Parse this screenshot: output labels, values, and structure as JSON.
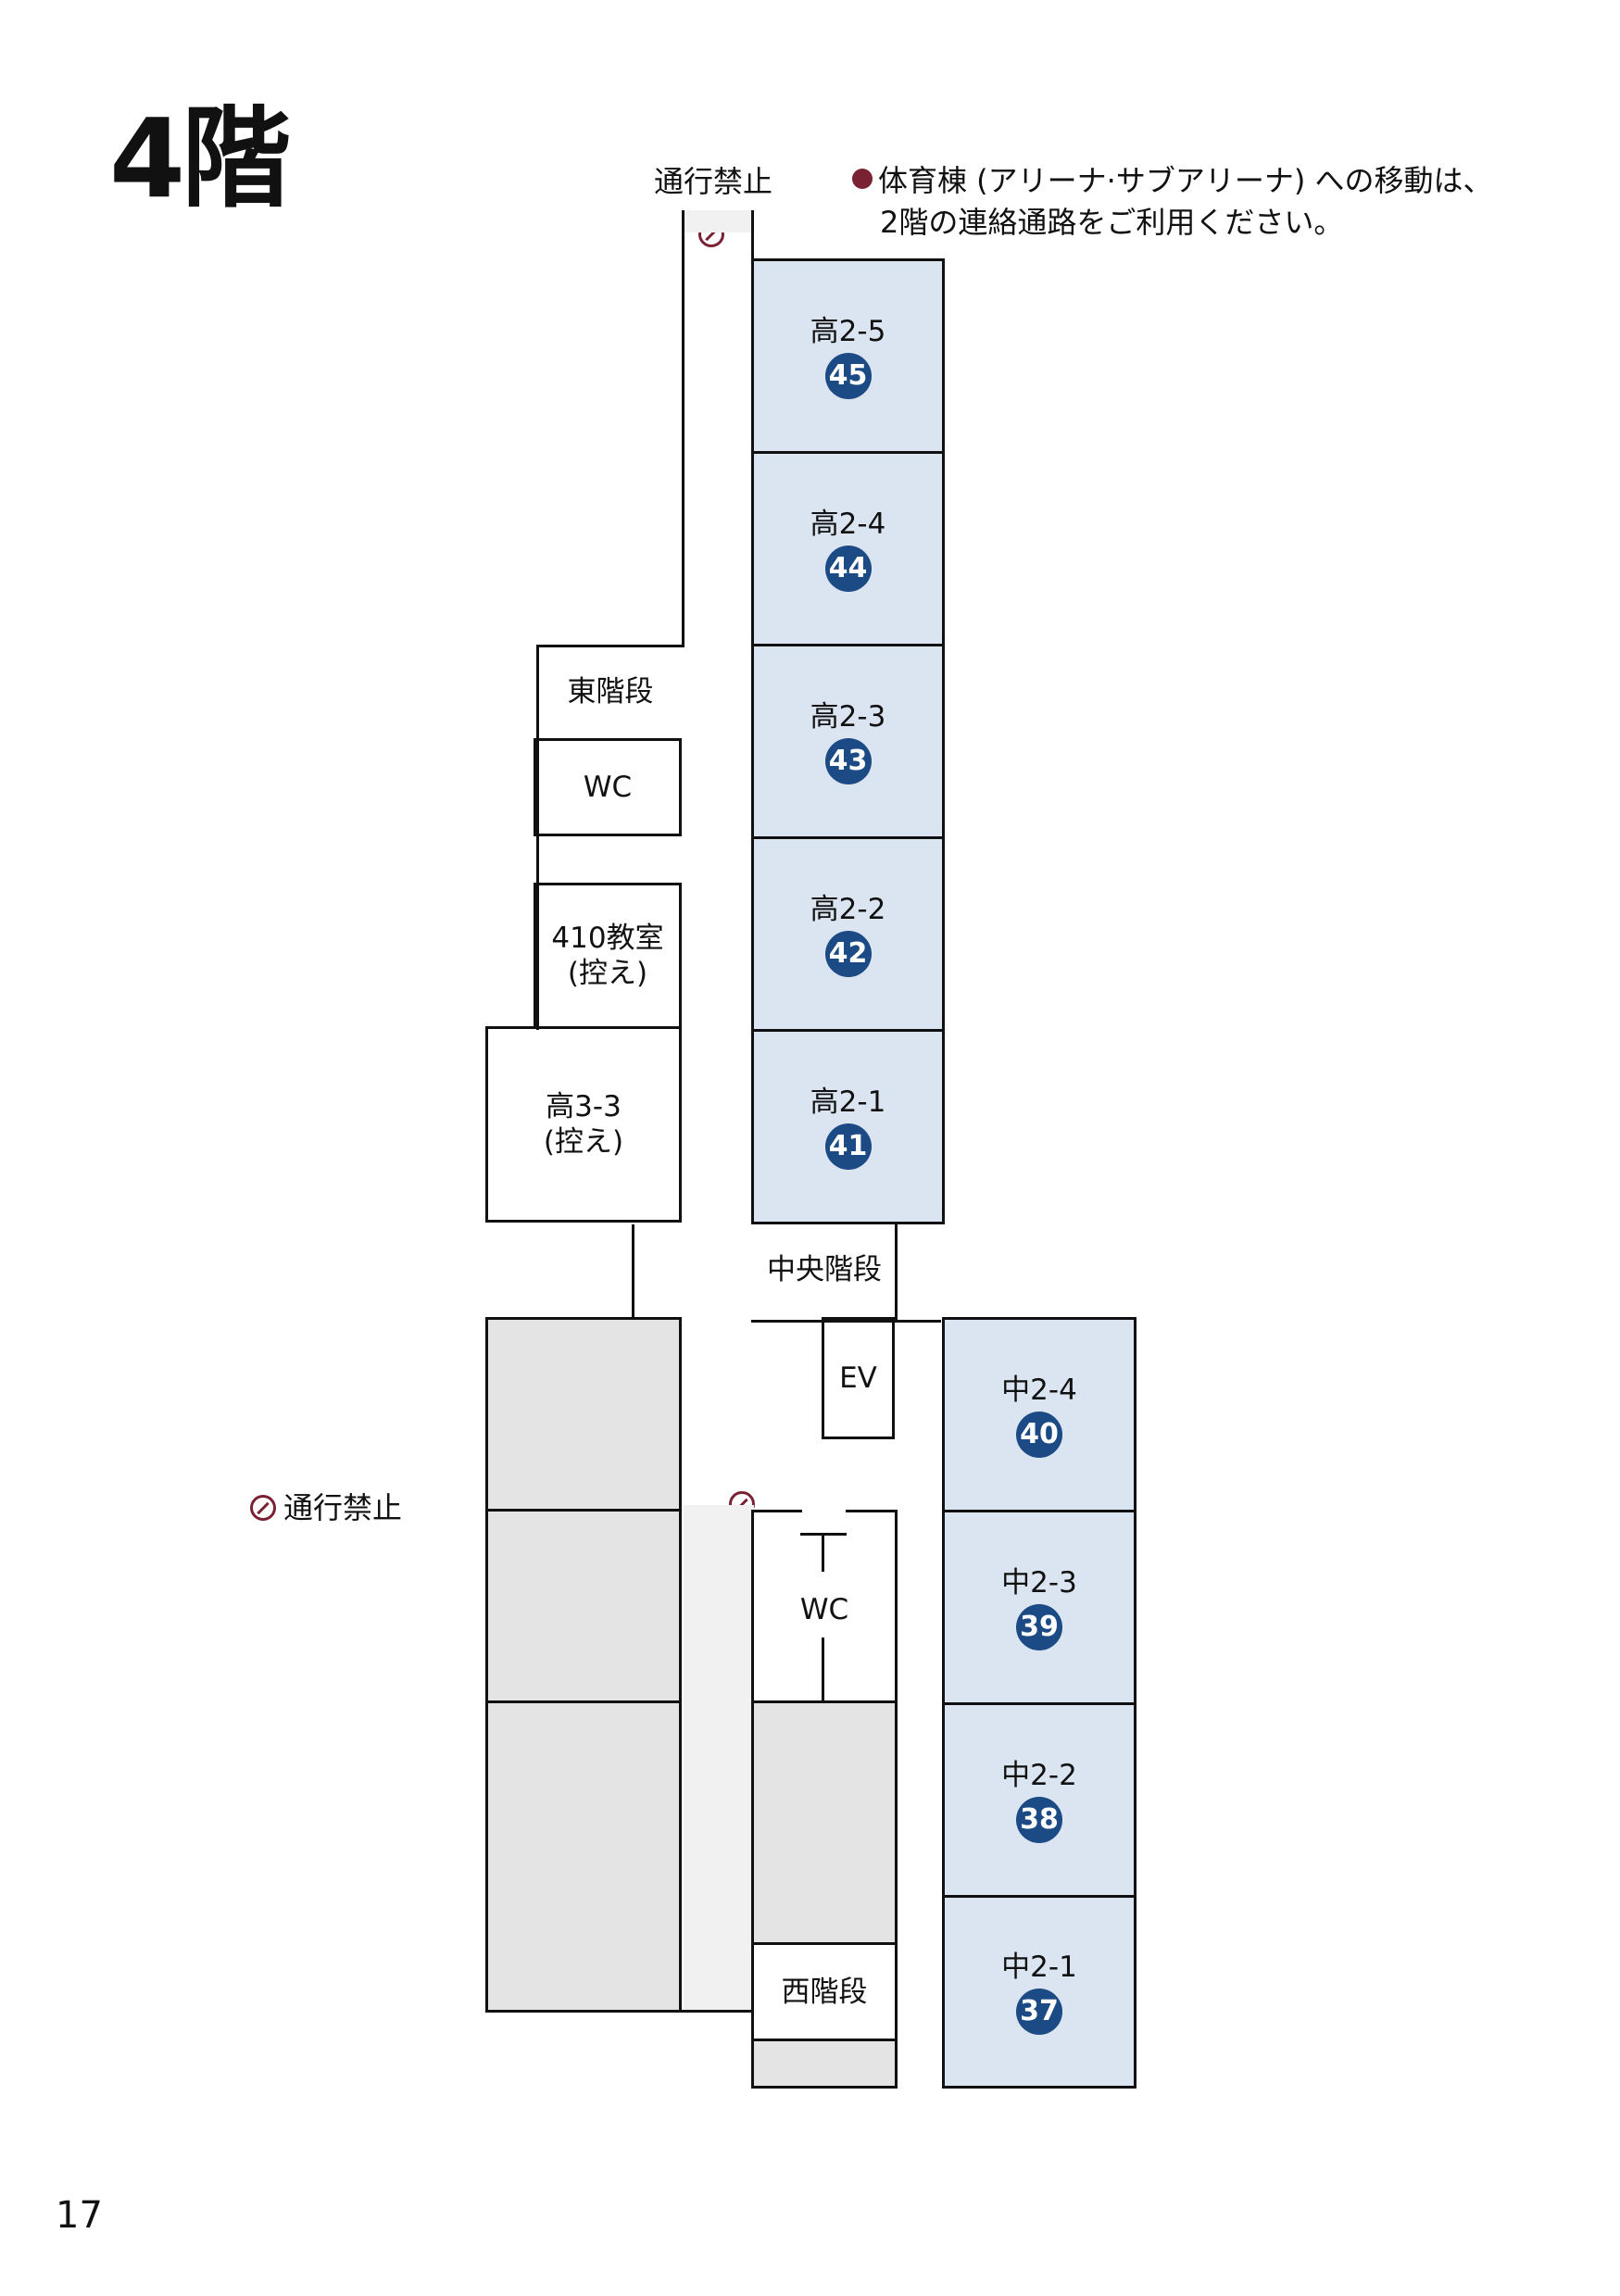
{
  "page": {
    "title": "4階",
    "page_number": "17"
  },
  "notice": {
    "line1": "体育棟 (アリーナ·サブアリーナ) への移動は、",
    "line2": "2階の連絡通路をご利用ください。",
    "bullet_color": "#7a2234"
  },
  "no_entry": {
    "top_label": "通行禁止",
    "left_label": "通行禁止",
    "icon": "no-entry-icon",
    "color": "#7a2234"
  },
  "colors": {
    "room_fill": "#dbe5f1",
    "unused_fill": "#e4e4e4",
    "number_badge": "#1b4a85"
  },
  "rooms": {
    "k25": {
      "name": "高2-5",
      "num": "45"
    },
    "k24": {
      "name": "高2-4",
      "num": "44"
    },
    "k23": {
      "name": "高2-3",
      "num": "43"
    },
    "k22": {
      "name": "高2-2",
      "num": "42"
    },
    "k21": {
      "name": "高2-1",
      "num": "41"
    },
    "c24": {
      "name": "中2-4",
      "num": "40"
    },
    "c23": {
      "name": "中2-3",
      "num": "39"
    },
    "c22": {
      "name": "中2-2",
      "num": "38"
    },
    "c21": {
      "name": "中2-1",
      "num": "37"
    }
  },
  "facilities": {
    "east_stairs": "東階段",
    "wc_upper": "WC",
    "room410_line1": "410教室",
    "room410_line2": "(控え)",
    "k33_line1": "高3-3",
    "k33_line2": "(控え)",
    "central_stairs": "中央階段",
    "ev": "EV",
    "wc_lower": "WC",
    "west_stairs": "西階段"
  }
}
